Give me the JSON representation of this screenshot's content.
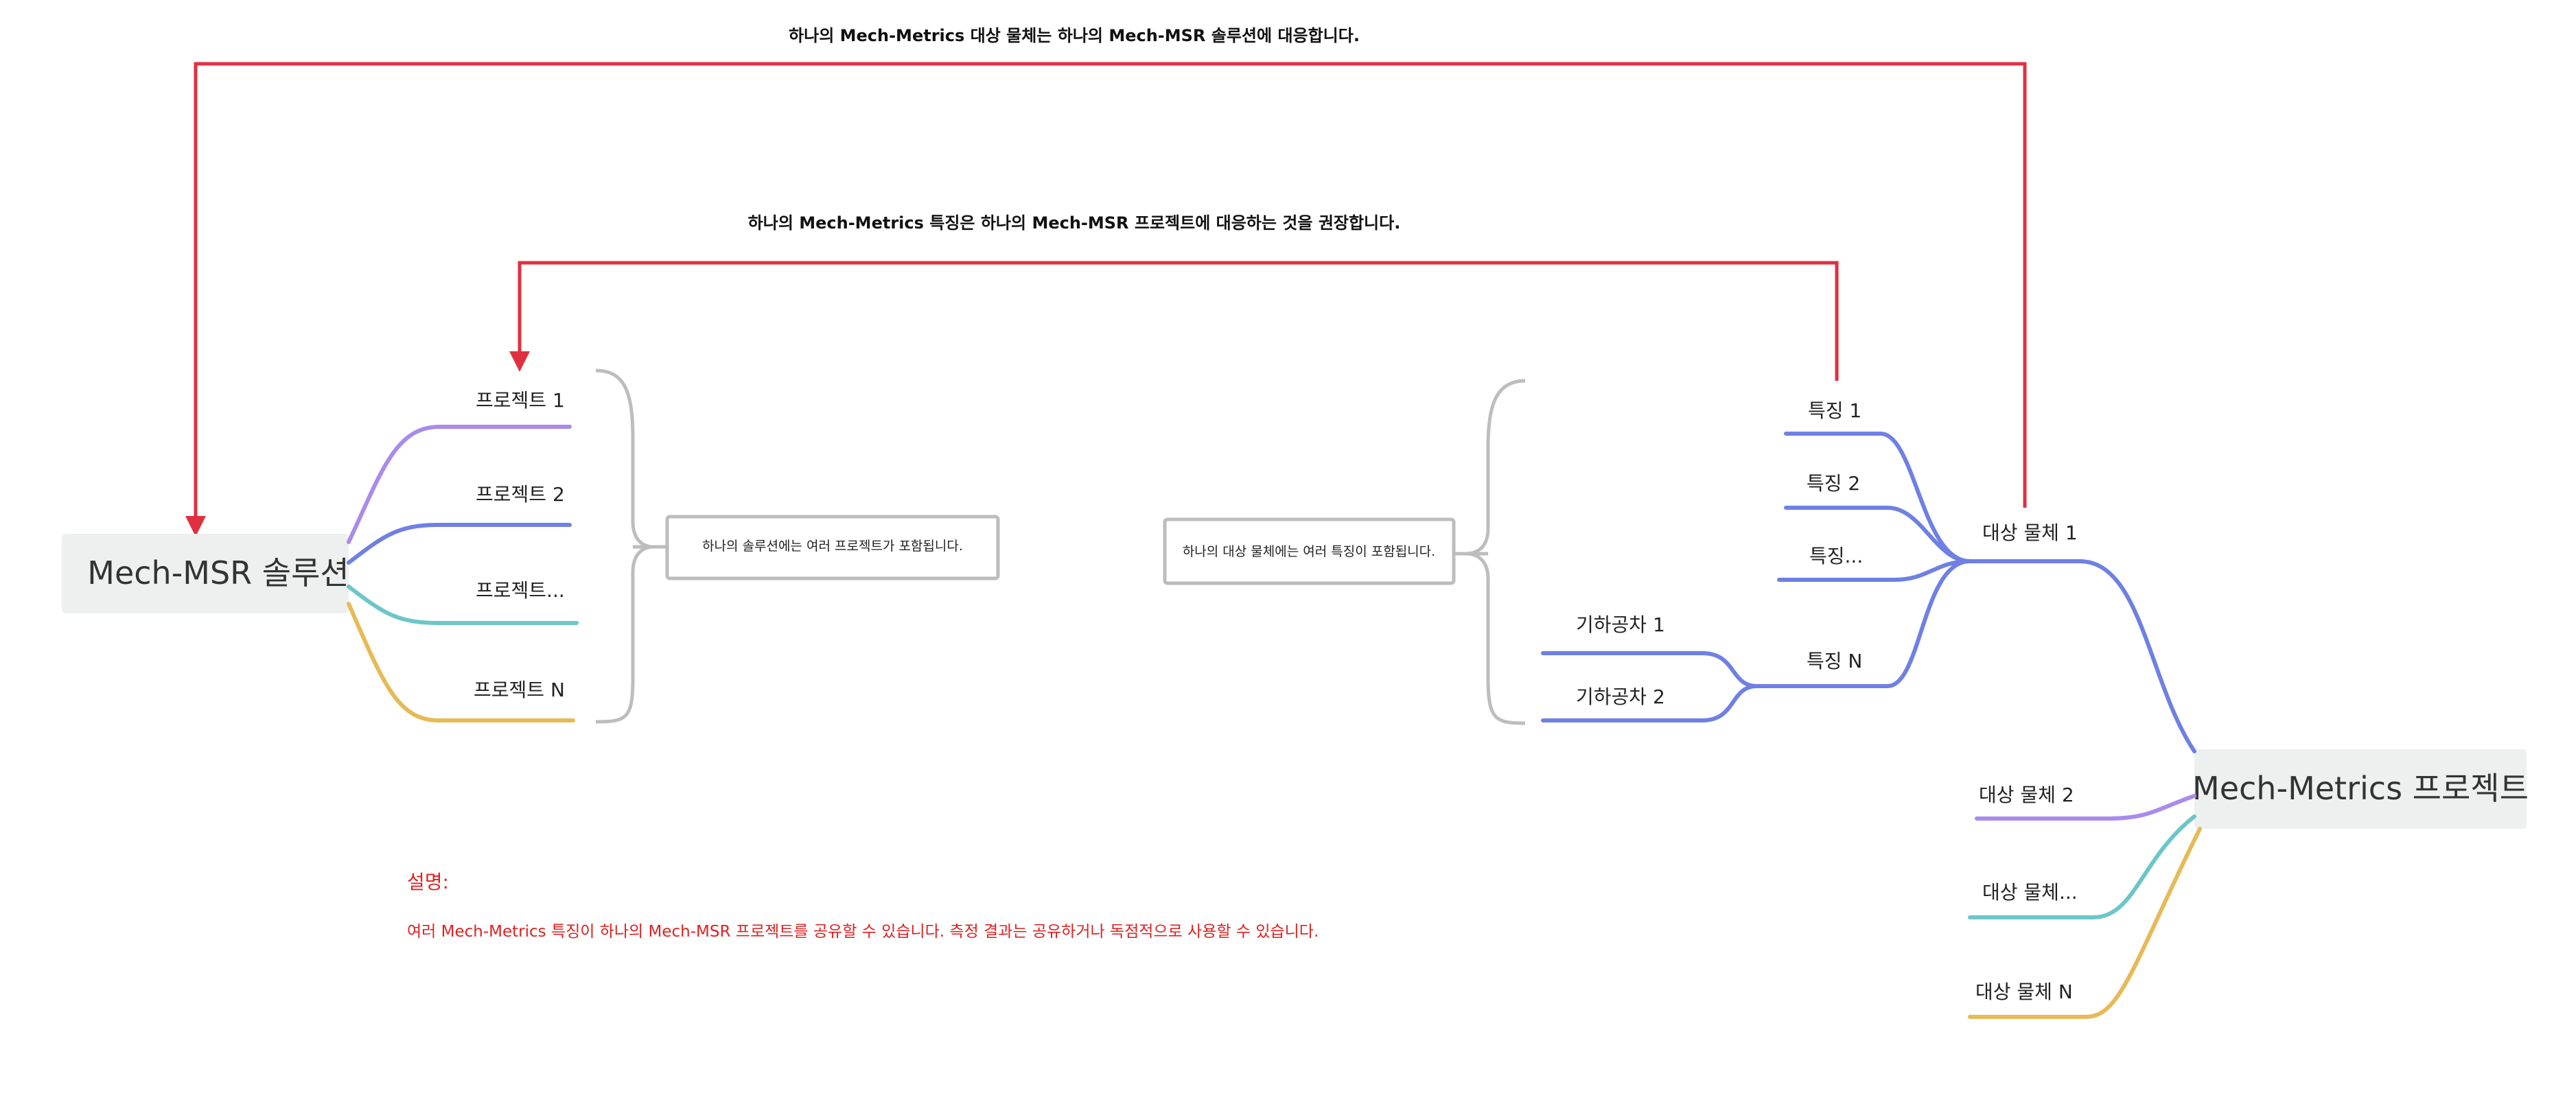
{
  "annotations": {
    "top_note_1": "하나의 Mech-Metrics 대상 물체는 하나의 Mech-MSR 솔루션에 대응합니다.",
    "top_note_2": "하나의 Mech-Metrics 특징은 하나의 Mech-MSR 프로젝트에 대응하는 것을 권장합니다."
  },
  "left_tree": {
    "root": "Mech-MSR 솔루션",
    "children": [
      "프로젝트 1",
      "프로젝트 2",
      "프로젝트...",
      "프로젝트 N"
    ],
    "summary": "하나의 솔루션에는 여러 프로젝트가 포함됩니다."
  },
  "right_tree": {
    "root": "Mech-Metrics 프로젝트",
    "objects": [
      "대상 물체 1",
      "대상 물체 2",
      "대상 물체...",
      "대상 물체 N"
    ],
    "features": [
      "특징 1",
      "특징 2",
      "특징...",
      "특징 N"
    ],
    "tolerances": [
      "기하공차 1",
      "기하공차 2"
    ],
    "summary": "하나의 대상 물체에는 여러 특징이 포함됩니다."
  },
  "explanation": {
    "title": "설명:",
    "body": "여러 Mech-Metrics 특징이 하나의 Mech-MSR 프로젝트를 공유할 수 있습니다. 측정 결과는 공유하거나 독점적으로 사용할 수 있습니다."
  },
  "colors": {
    "arrow_red": "#e03040",
    "branch_purple": "#a98bec",
    "branch_blue": "#6f80e4",
    "branch_teal": "#6cc6c8",
    "branch_yellow": "#e6ba56",
    "bracket_gray": "#bdbdbd",
    "root_bg": "#eeefef",
    "explanation_red": "#e02020"
  }
}
